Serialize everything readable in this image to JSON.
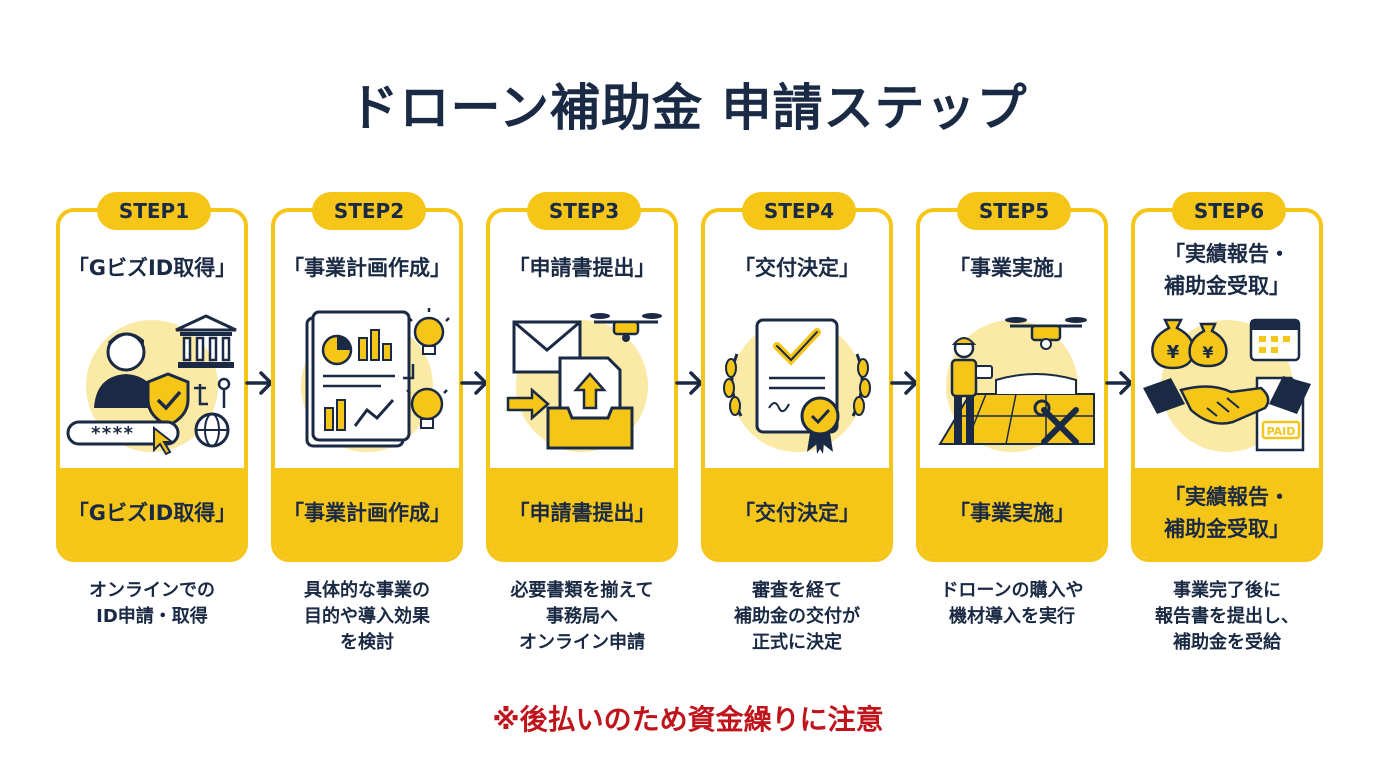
{
  "title": "ドローン補助金 申請ステップ",
  "steps": [
    {
      "badge": "STEP1",
      "label": "「GビズID取得」",
      "bottom": "「GビズID取得」",
      "desc": "オンラインでの\nID申請・取得",
      "password": "****"
    },
    {
      "badge": "STEP2",
      "label": "「事業計画作成」",
      "bottom": "「事業計画作成」",
      "desc": "具体的な事業の\n目的や導入効果\nを検討"
    },
    {
      "badge": "STEP3",
      "label": "「申請書提出」",
      "bottom": "「申請書提出」",
      "desc": "必要書類を揃えて\n事務局へ\nオンライン申請"
    },
    {
      "badge": "STEP4",
      "label": "「交付決定」",
      "bottom": "「交付決定」",
      "desc": "審査を経て\n補助金の交付が\n正式に決定"
    },
    {
      "badge": "STEP5",
      "label": "「事業実施」",
      "bottom": "「事業実施」",
      "desc": "ドローンの購入や\n機材導入を実行"
    },
    {
      "badge": "STEP6",
      "label_line1": "「実績報告・",
      "label_line2": "補助金受取」",
      "bottom": "「実績報告・\n補助金受取」",
      "desc": "事業完了後に\n報告書を提出し、\n補助金を受給",
      "yen": "¥",
      "paid": "PAID"
    }
  ],
  "note": "※後払いのため資金繰りに注意",
  "colors": {
    "accent": "#f5c518",
    "navy": "#1a2a44",
    "warning": "#c0141c",
    "soft": "#fbe9a6"
  }
}
